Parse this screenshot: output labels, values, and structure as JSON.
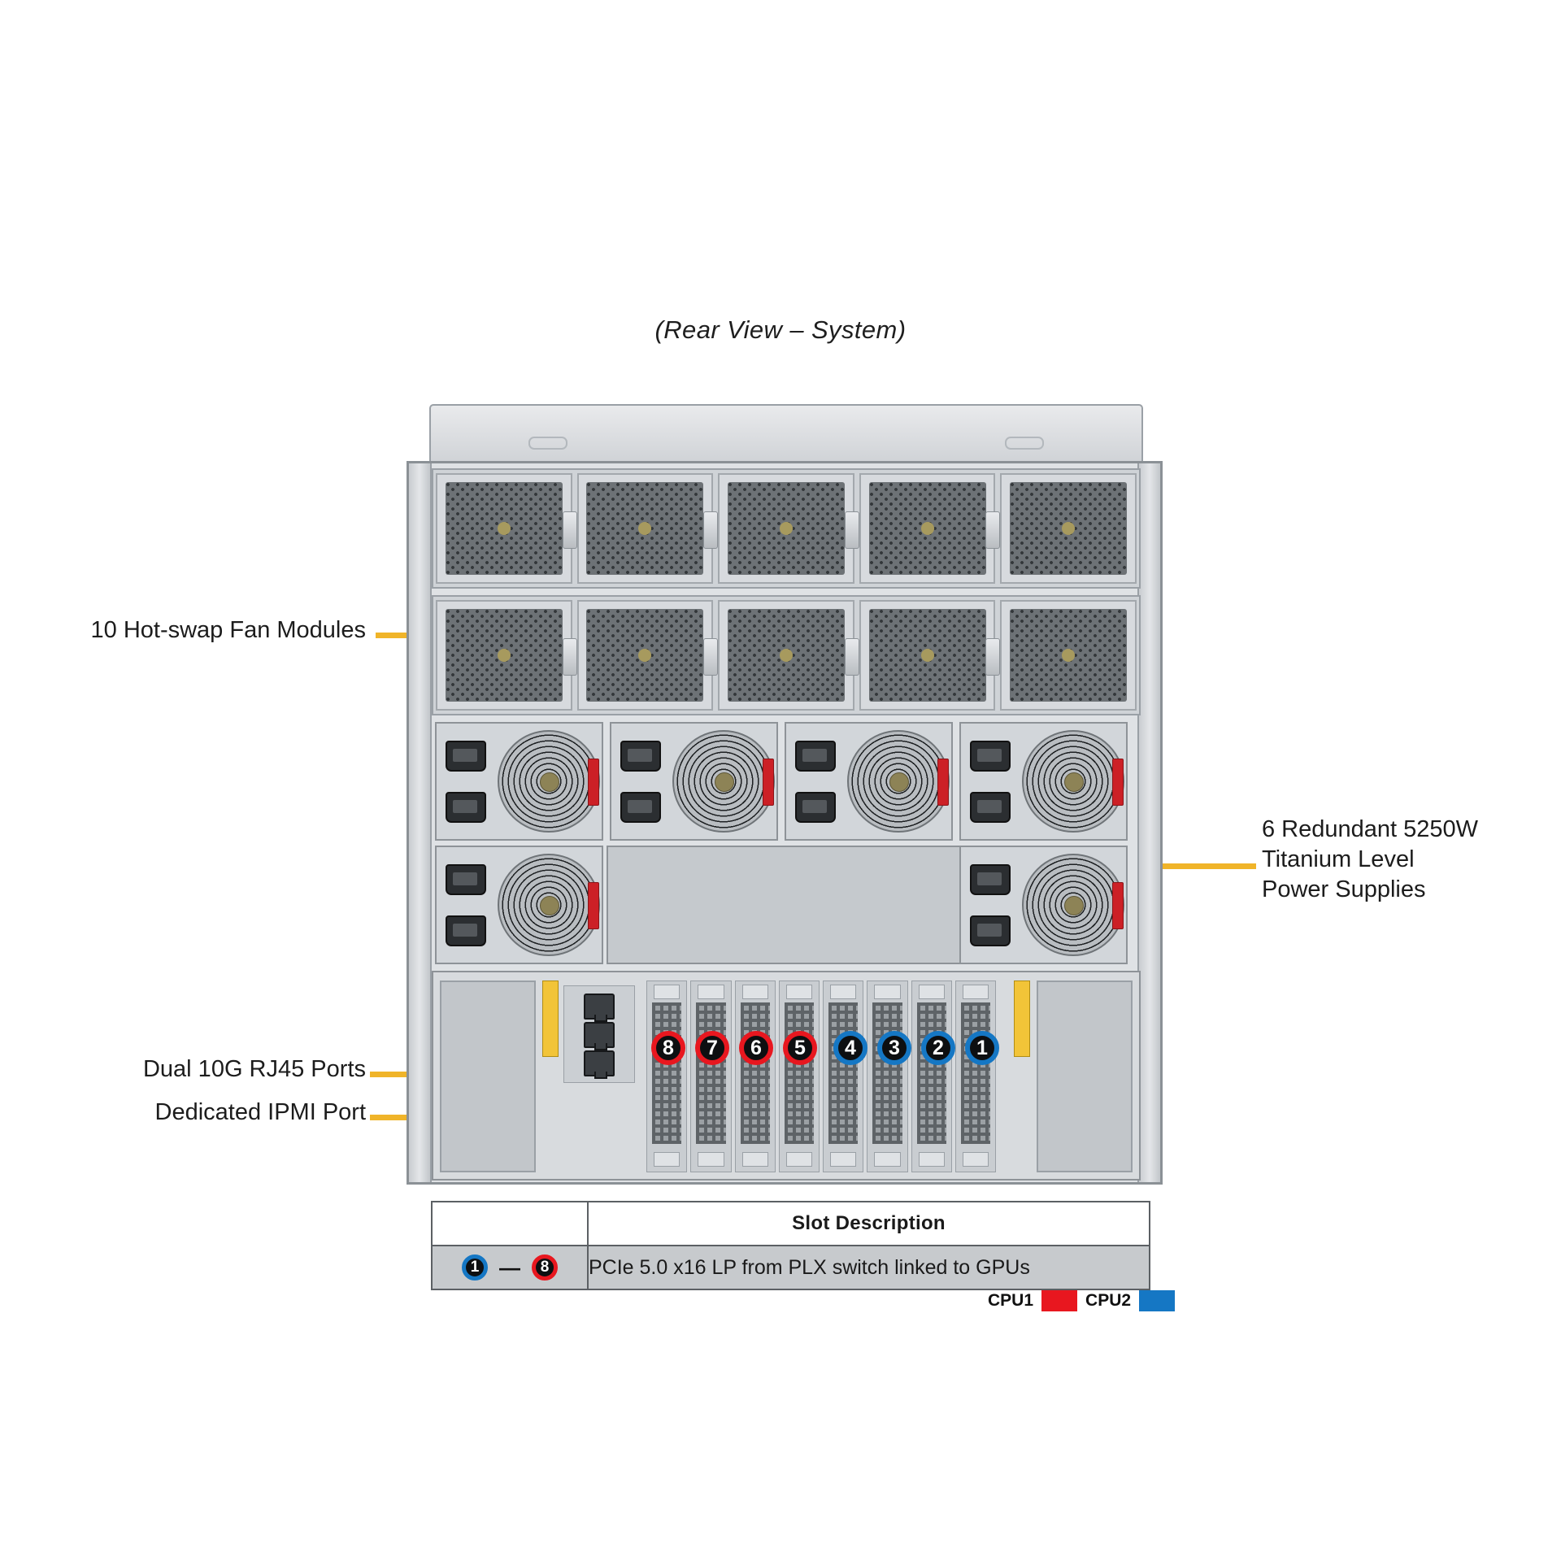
{
  "title": "(Rear View – System)",
  "callouts": [
    {
      "id": "fans",
      "text": "10 Hot-swap Fan Modules"
    },
    {
      "id": "psu",
      "text": "6 Redundant 5250W\nTitanium Level\nPower Supplies"
    },
    {
      "id": "rj45",
      "text": "Dual 10G RJ45 Ports"
    },
    {
      "id": "ipmi",
      "text": "Dedicated IPMI Port"
    }
  ],
  "slots": [
    {
      "number": "8",
      "cpu": "CPU1"
    },
    {
      "number": "7",
      "cpu": "CPU1"
    },
    {
      "number": "6",
      "cpu": "CPU1"
    },
    {
      "number": "5",
      "cpu": "CPU1"
    },
    {
      "number": "4",
      "cpu": "CPU2"
    },
    {
      "number": "3",
      "cpu": "CPU2"
    },
    {
      "number": "2",
      "cpu": "CPU2"
    },
    {
      "number": "1",
      "cpu": "CPU2"
    }
  ],
  "table": {
    "header_key": "",
    "header_desc": "Slot Description",
    "row_key_first": "1",
    "row_key_sep": "—",
    "row_key_last": "8",
    "row_desc": "PCIe 5.0 x16 LP from PLX switch linked to GPUs"
  },
  "legend": {
    "cpu1_label": "CPU1",
    "cpu1_color": "#e8171f",
    "cpu2_label": "CPU2",
    "cpu2_color": "#1577c4"
  },
  "colors": {
    "leader_line": "#f0b429",
    "chassis_body": "#dfe2e5",
    "badge_fill": "#0d0f11"
  }
}
